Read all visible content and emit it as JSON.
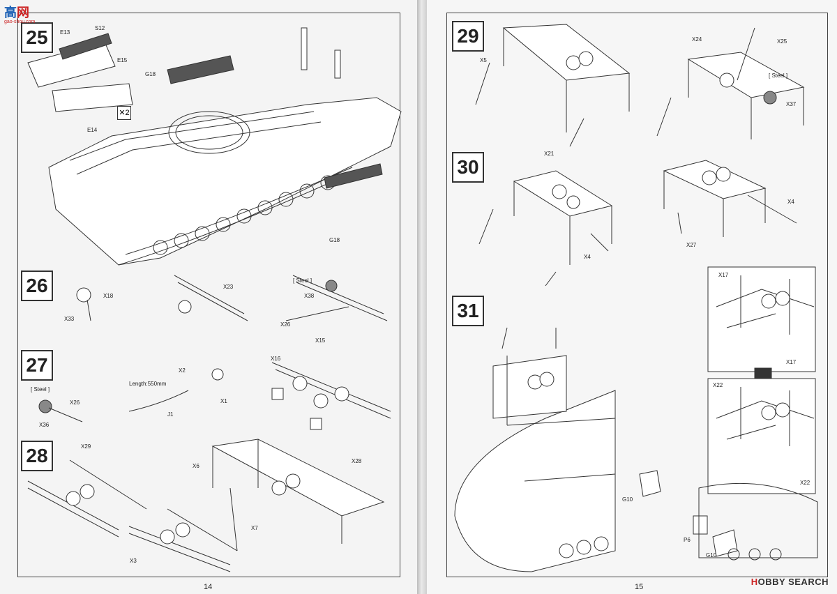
{
  "watermark": {
    "logo_main": "高",
    "logo_accent": "网",
    "logo_url": "gao-shou.com"
  },
  "left_page": {
    "page_number": "14",
    "steps": [
      {
        "number": "25"
      },
      {
        "number": "26"
      },
      {
        "number": "27"
      },
      {
        "number": "28"
      }
    ],
    "labels": {
      "e13": "E13",
      "s12": "S12",
      "e15": "E15",
      "e14": "E14",
      "x2": "✕2",
      "g18a": "G18",
      "g18b": "G18",
      "x18": "X18",
      "x33": "X33",
      "x23": "X23",
      "steel1": "[ Steel ]",
      "x38": "X38",
      "x26a": "X26",
      "x15": "X15",
      "steel2": "[ Steel ]",
      "x36": "X36",
      "x26b": "X26",
      "length": "Length:550mm",
      "j1": "J1",
      "x2b": "X2",
      "x1": "X1",
      "x16": "X16",
      "x29": "X29",
      "x3": "X3",
      "x6": "X6",
      "x7": "X7",
      "x28": "X28"
    }
  },
  "right_page": {
    "page_number": "15",
    "steps": [
      {
        "number": "29"
      },
      {
        "number": "30"
      },
      {
        "number": "31"
      }
    ],
    "labels": {
      "x5": "X5",
      "x24": "X24",
      "x25": "X25",
      "steel": "[ Steel ]",
      "x37": "X37",
      "x21": "X21",
      "x4a": "X4",
      "x4b": "X4",
      "x27": "X27",
      "x17a": "X17",
      "x17b": "X17",
      "x22a": "X22",
      "x22b": "X22",
      "g10a": "G10",
      "g10b": "G10",
      "p6": "P6"
    },
    "brand": {
      "prefix": "H",
      "name": "OBBY SEARCH"
    }
  }
}
